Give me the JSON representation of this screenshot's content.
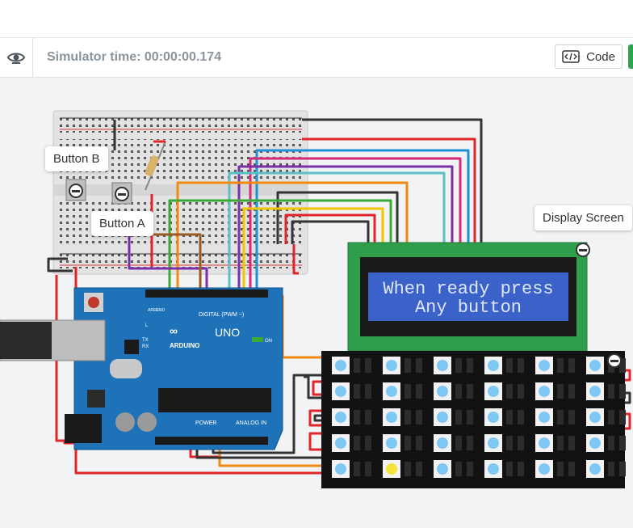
{
  "toolbar": {
    "simulator_time": "Simulator time: 00:00:00.174",
    "code_label": "Code"
  },
  "labels": {
    "button_b": "Button B",
    "button_a": "Button A",
    "display_screen": "Display Screen"
  },
  "lcd": {
    "line1": "When ready press",
    "line2": "Any button"
  },
  "arduino": {
    "brand": "ARDUINO",
    "model": "UNO",
    "digital": "DIGITAL (PWM ~)",
    "power": "POWER",
    "analog": "ANALOG IN",
    "on": "ON",
    "aref": "AREF",
    "gnd": "GND",
    "l": "L",
    "tx": "TX",
    "rx": "RX"
  },
  "colors": {
    "board_blue": "#1e72b8",
    "lcd_green": "#2f9e4a",
    "lcd_screen": "#3a62c9",
    "lcd_text": "#dfe6ff",
    "breadboard": "#e3e3e3",
    "led_matrix": "#1a1a1a",
    "wire_red": "#e0262b",
    "wire_black": "#333333",
    "wire_orange": "#f08a10",
    "wire_purple": "#7b2fa8",
    "wire_blue": "#1f8fd6",
    "wire_green": "#3aaa35",
    "wire_yellow": "#f2c500",
    "wire_brown": "#9b5a24",
    "wire_pink": "#d6297a",
    "wire_teal": "#5bbfc6"
  },
  "icons": {
    "eye": "eye-icon",
    "code": "code-icon",
    "minus": "minus-icon"
  }
}
